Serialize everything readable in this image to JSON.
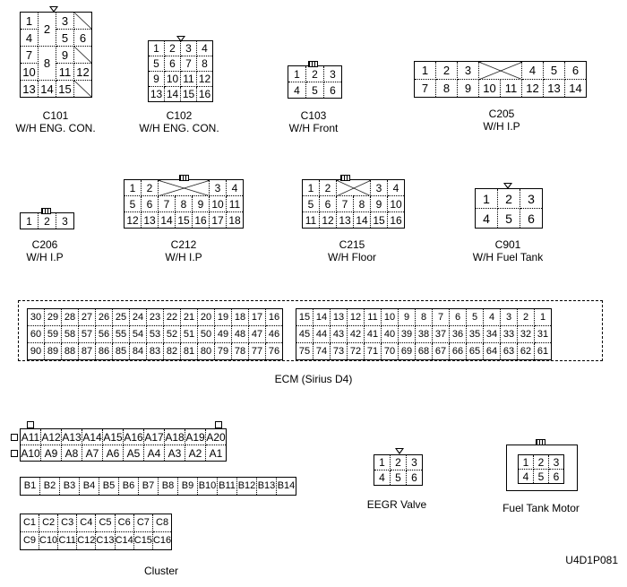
{
  "connectors": [
    {
      "id": "c101",
      "name": "C101",
      "desc": "W/H ENG. CON.",
      "rows": [
        [
          "1",
          {
            "t": "2",
            "rs": 2
          },
          "3",
          {
            "x": 1
          }
        ],
        [
          "4",
          "5",
          "6"
        ],
        [
          "7",
          {
            "t": "8",
            "rs": 2
          },
          "9",
          {
            "x": 1
          }
        ],
        [
          "10",
          "11",
          "12"
        ],
        [
          "13",
          "14",
          "15",
          {
            "x": 1
          }
        ]
      ]
    },
    {
      "id": "c102",
      "name": "C102",
      "desc": "W/H ENG. CON.",
      "rows": [
        [
          "1",
          "2",
          "3",
          "4"
        ],
        [
          "5",
          "6",
          "7",
          "8"
        ],
        [
          "9",
          "10",
          "11",
          "12"
        ],
        [
          "13",
          "14",
          "15",
          "16"
        ]
      ]
    },
    {
      "id": "c103",
      "name": "C103",
      "desc": "W/H Front",
      "rows": [
        [
          "1",
          "2",
          "3"
        ],
        [
          "4",
          "5",
          "6"
        ]
      ]
    },
    {
      "id": "c205",
      "name": "C205",
      "desc": "W/H I.P",
      "rows": [
        [
          "1",
          "2",
          "3",
          {
            "xx": 1,
            "cs": 2
          },
          "4",
          "5",
          "6"
        ],
        [
          "7",
          "8",
          "9",
          "10",
          "11",
          "12",
          "13",
          "14"
        ]
      ]
    },
    {
      "id": "c206",
      "name": "C206",
      "desc": "W/H I.P",
      "rows": [
        [
          "1",
          "2",
          "3"
        ]
      ]
    },
    {
      "id": "c212",
      "name": "C212",
      "desc": "W/H I.P",
      "rows": [
        [
          "1",
          "2",
          {
            "xx": 1,
            "cs": 3
          },
          "3",
          "4"
        ],
        [
          "5",
          "6",
          "7",
          "8",
          "9",
          "10",
          "11"
        ],
        [
          "12",
          "13",
          "14",
          "15",
          "16",
          "17",
          "18"
        ]
      ]
    },
    {
      "id": "c215",
      "name": "C215",
      "desc": "W/H Floor",
      "rows": [
        [
          "1",
          "2",
          {
            "xx": 1,
            "cs": 2
          },
          "3",
          "4"
        ],
        [
          "5",
          "6",
          "7",
          "8",
          "9",
          "10"
        ],
        [
          "11",
          "12",
          "13",
          "14",
          "15",
          "16"
        ]
      ]
    },
    {
      "id": "c901",
      "name": "C901",
      "desc": "W/H Fuel Tank",
      "rows": [
        [
          "1",
          "2",
          "3"
        ],
        [
          "4",
          "5",
          "6"
        ]
      ]
    },
    {
      "id": "ecm-left",
      "rows": [
        [
          "30",
          "29",
          "28",
          "27",
          "26",
          "25",
          "24",
          "23",
          "22",
          "21",
          "20",
          "19",
          "18",
          "17",
          "16"
        ],
        [
          "60",
          "59",
          "58",
          "57",
          "56",
          "55",
          "54",
          "53",
          "52",
          "51",
          "50",
          "49",
          "48",
          "47",
          "46"
        ],
        [
          "90",
          "89",
          "88",
          "87",
          "86",
          "85",
          "84",
          "83",
          "82",
          "81",
          "80",
          "79",
          "78",
          "77",
          "76"
        ]
      ]
    },
    {
      "id": "ecm-right",
      "rows": [
        [
          "15",
          "14",
          "13",
          "12",
          "11",
          "10",
          "9",
          "8",
          "7",
          "6",
          "5",
          "4",
          "3",
          "2",
          "1"
        ],
        [
          "45",
          "44",
          "43",
          "42",
          "41",
          "40",
          "39",
          "38",
          "37",
          "36",
          "35",
          "34",
          "33",
          "32",
          "31"
        ],
        [
          "75",
          "74",
          "73",
          "72",
          "71",
          "70",
          "69",
          "68",
          "67",
          "66",
          "65",
          "64",
          "63",
          "62",
          "61"
        ]
      ]
    },
    {
      "id": "cluster-a",
      "rows": [
        [
          "A11",
          "A12",
          "A13",
          "A14",
          "A15",
          "A16",
          "A17",
          "A18",
          "A19",
          "A20"
        ],
        [
          "A10",
          "A9",
          "A8",
          "A7",
          "A6",
          "A5",
          "A4",
          "A3",
          "A2",
          "A1"
        ]
      ]
    },
    {
      "id": "cluster-b",
      "rows": [
        [
          "B1",
          "B2",
          "B3",
          "B4",
          "B5",
          "B6",
          "B7",
          "B8",
          "B9",
          "B10",
          "B11",
          "B12",
          "B13",
          "B14"
        ]
      ]
    },
    {
      "id": "cluster-c",
      "rows": [
        [
          "C1",
          "C2",
          "C3",
          "C4",
          "C5",
          "C6",
          "C7",
          "C8"
        ],
        [
          "C9",
          "C10",
          "C11",
          "C12",
          "C13",
          "C14",
          "C15",
          "C16"
        ]
      ]
    },
    {
      "id": "eegr",
      "desc": "EEGR Valve",
      "rows": [
        [
          "1",
          "2",
          "3"
        ],
        [
          "4",
          "5",
          "6"
        ]
      ]
    },
    {
      "id": "ftm",
      "desc": "Fuel Tank Motor",
      "rows": [
        [
          "1",
          "2",
          "3"
        ],
        [
          "4",
          "5",
          "6"
        ]
      ]
    }
  ],
  "ecm_label": "ECM (Sirius D4)",
  "cluster_label": "Cluster",
  "figure_code": "U4D1P081"
}
